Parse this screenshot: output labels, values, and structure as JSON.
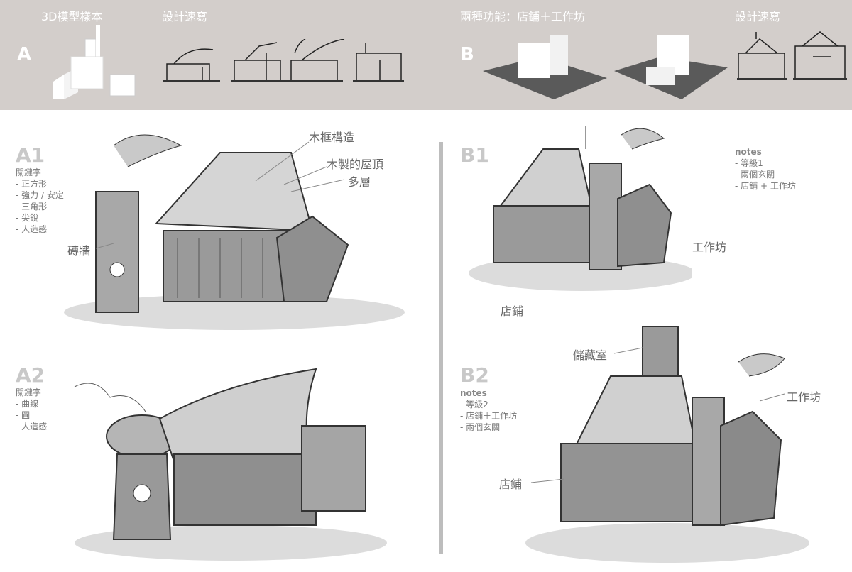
{
  "top": {
    "a": {
      "letter": "A",
      "model_label": "3D模型樣本",
      "sketch_label": "設計速寫"
    },
    "b": {
      "letter": "B",
      "model_label": "兩種功能：店鋪＋工作坊",
      "sketch_label": "設計速寫"
    }
  },
  "a1": {
    "title": "A1",
    "keywords_heading": "關鍵字",
    "keywords": [
      "- 正方形",
      "- 強力 / 安定",
      "- 三角形",
      "- 尖銳",
      "- 人造感"
    ],
    "annotations": {
      "timber_frame": "木框構造",
      "wood_roof": "木製的屋頂",
      "multi_layer": "多層",
      "brick_wall": "磚牆"
    }
  },
  "a2": {
    "title": "A2",
    "keywords_heading": "關鍵字",
    "keywords": [
      "- 曲線",
      "- 圓",
      "- 人造感"
    ]
  },
  "b1": {
    "title": "B1",
    "notes_heading": "notes",
    "notes": [
      "- 等級1",
      "- 兩個玄關",
      "- 店鋪 + 工作坊"
    ],
    "annotations": {
      "workshop": "工作坊",
      "shop": "店鋪"
    }
  },
  "b2": {
    "title": "B2",
    "notes_heading": "notes",
    "notes": [
      "- 等級2",
      "- 店鋪＋工作坊",
      "- 兩個玄關"
    ],
    "annotations": {
      "storage": "儲藏室",
      "workshop": "工作坊",
      "shop": "店鋪"
    }
  }
}
